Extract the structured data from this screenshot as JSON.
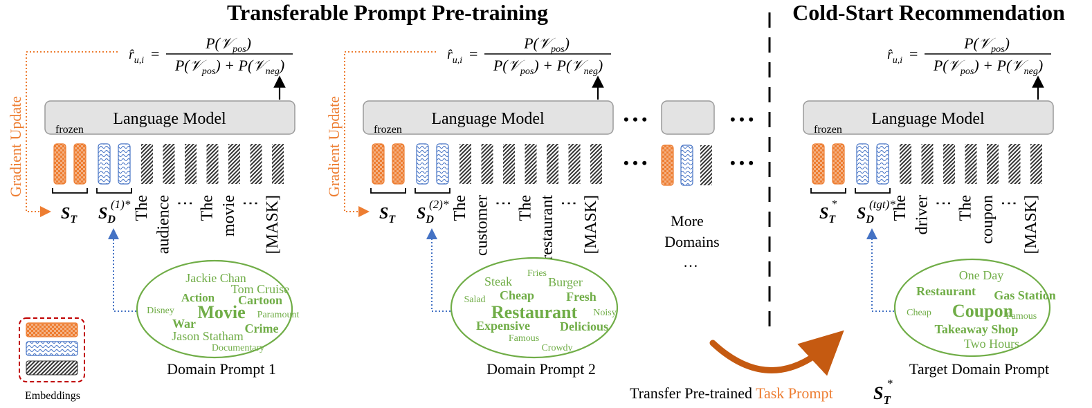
{
  "titles": {
    "pretraining": "Transferable Prompt Pre-training",
    "coldstart": "Cold-Start Recommendation"
  },
  "formula": {
    "lhs": "r̂",
    "lhs_sub": "u,i",
    "numerator": "P(𝒱",
    "pos": "pos",
    "neg": "neg"
  },
  "lm_label": "Language Model",
  "frozen": "frozen",
  "gradient_update": "Gradient Update",
  "ellipsis": "• • •",
  "task_prompt_symbol": "S",
  "task_prompt_sub": "T",
  "domain_prompt_symbol": "S",
  "domain_prompt_sub": "D",
  "panels": [
    {
      "domain_sup": "(1)*",
      "tokens": [
        "The",
        "audience",
        "⋮",
        "The",
        "movie",
        "⋮",
        "[MASK]"
      ],
      "cloud": [
        {
          "t": "Jackie Chan",
          "w": "normal"
        },
        {
          "t": "Tom Cruise",
          "w": "normal"
        },
        {
          "t": "Action",
          "w": "bold"
        },
        {
          "t": "Cartoon",
          "w": "bold"
        },
        {
          "t": "Disney",
          "w": "normal"
        },
        {
          "t": "Movie",
          "w": "bold"
        },
        {
          "t": "Paramount",
          "w": "normal"
        },
        {
          "t": "War",
          "w": "bold"
        },
        {
          "t": "Crime",
          "w": "bold"
        },
        {
          "t": "Jason Statham",
          "w": "normal"
        },
        {
          "t": "Documentary",
          "w": "normal"
        }
      ],
      "caption": "Domain Prompt 1"
    },
    {
      "domain_sup": "(2)*",
      "tokens": [
        "The",
        "customer",
        "⋮",
        "The",
        "restaurant",
        "⋮",
        "[MASK]"
      ],
      "cloud": [
        {
          "t": "Fries",
          "w": "normal"
        },
        {
          "t": "Steak",
          "w": "normal"
        },
        {
          "t": "Burger",
          "w": "normal"
        },
        {
          "t": "Salad",
          "w": "normal"
        },
        {
          "t": "Cheap",
          "w": "bold"
        },
        {
          "t": "Fresh",
          "w": "bold"
        },
        {
          "t": "Restaurant",
          "w": "bold"
        },
        {
          "t": "Noisy",
          "w": "normal"
        },
        {
          "t": "Expensive",
          "w": "bold"
        },
        {
          "t": "Delicious",
          "w": "bold"
        },
        {
          "t": "Famous",
          "w": "normal"
        },
        {
          "t": "Crowdy",
          "w": "normal"
        }
      ],
      "caption": "Domain Prompt 2"
    },
    {
      "domain_sup": "(tgt)*",
      "tokens": [
        "The",
        "driver",
        "⋮",
        "The",
        "coupon",
        "⋮",
        "[MASK]"
      ],
      "cloud": [
        {
          "t": "One Day",
          "w": "normal"
        },
        {
          "t": "Restaurant",
          "w": "bold"
        },
        {
          "t": "Gas Station",
          "w": "bold"
        },
        {
          "t": "Cheap",
          "w": "normal"
        },
        {
          "t": "Coupon",
          "w": "bold"
        },
        {
          "t": "Famous",
          "w": "normal"
        },
        {
          "t": "Takeaway Shop",
          "w": "bold"
        },
        {
          "t": "Two Hours",
          "w": "normal"
        }
      ],
      "caption": "Target Domain Prompt"
    }
  ],
  "more_domains": [
    "More",
    "Domains",
    "…"
  ],
  "embeddings_label": "Embeddings",
  "transfer": {
    "prefix": "Transfer Pre-trained ",
    "highlight": "Task Prompt"
  },
  "colors": {
    "orange": "#ED7D31",
    "blue": "#4472C4",
    "green": "#70AD47",
    "gray_fill": "#E3E3E3",
    "legend_border": "#C00000",
    "arrow_brown": "#C55A11"
  }
}
